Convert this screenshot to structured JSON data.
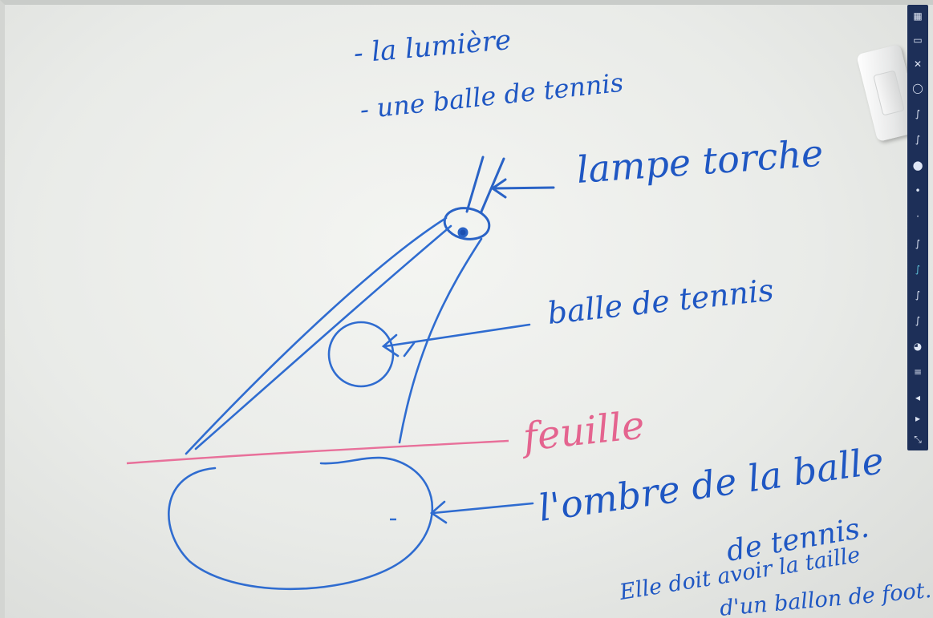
{
  "board": {
    "notes": {
      "line1": "- la lumière",
      "line2": "- une balle de tennis"
    },
    "labels": {
      "lamp": "lampe torche",
      "ball": "balle de tennis",
      "sheet": "feuille",
      "shadow_line1": "l'ombre de la balle",
      "shadow_line2": "de tennis.",
      "note_line1": "Elle doit avoir la taille",
      "note_line2": "d'un ballon de foot."
    }
  },
  "colors": {
    "ink_blue": "#1f57c3",
    "ink_pink": "#e4648f",
    "toolbar": "#1d2f58"
  },
  "toolbar": {
    "tools": [
      {
        "icon": "select-icon",
        "glyph": "▦"
      },
      {
        "icon": "page-icon",
        "glyph": "▭"
      },
      {
        "icon": "close-icon",
        "glyph": "✕"
      },
      {
        "icon": "lasso-icon",
        "glyph": "◯"
      },
      {
        "icon": "pen-thin-icon",
        "glyph": "∫"
      },
      {
        "icon": "pen-curve-icon",
        "glyph": "∫"
      },
      {
        "icon": "stroke-large-icon",
        "glyph": "●"
      },
      {
        "icon": "stroke-medium-icon",
        "glyph": "•"
      },
      {
        "icon": "stroke-small-icon",
        "glyph": "·"
      },
      {
        "icon": "pen-color-1-icon",
        "glyph": "∫"
      },
      {
        "icon": "pen-color-2-icon",
        "glyph": "∫"
      },
      {
        "icon": "pen-color-3-icon",
        "glyph": "∫"
      },
      {
        "icon": "pen-color-4-icon",
        "glyph": "∫"
      },
      {
        "icon": "palette-icon",
        "glyph": "◕"
      },
      {
        "icon": "ruler-icon",
        "glyph": "≡"
      },
      {
        "icon": "undo-icon",
        "glyph": "◂"
      },
      {
        "icon": "redo-icon",
        "glyph": "▸"
      },
      {
        "icon": "collapse-icon",
        "glyph": "⤡"
      }
    ]
  }
}
